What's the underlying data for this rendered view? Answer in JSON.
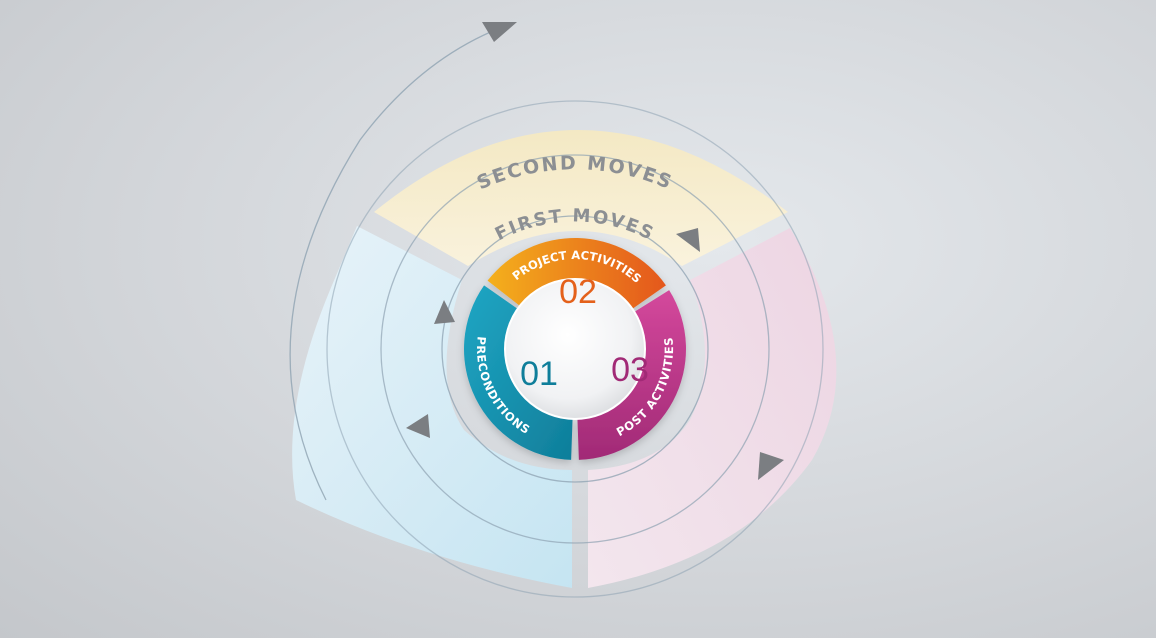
{
  "outer_label": "SECOND MOVES",
  "inner_label": "FIRST MOVES",
  "segments": [
    {
      "number": "01",
      "label": "PRECONDITIONS",
      "color": "#1a97b5",
      "color_dark": "#0f7e9a"
    },
    {
      "number": "02",
      "label": "PROJECT ACTIVITIES",
      "color": "#f2a21a",
      "color_dark": "#e4611b"
    },
    {
      "number": "03",
      "label": "POST ACTIVITIES",
      "color": "#c43f91",
      "color_dark": "#a12a76"
    }
  ],
  "colors": {
    "outer_top": "#f7ecc8",
    "outer_left": "#cde9f5",
    "outer_right": "#f3dbe8",
    "arrow": "#7b7e82",
    "track": "#8ea2b2"
  }
}
